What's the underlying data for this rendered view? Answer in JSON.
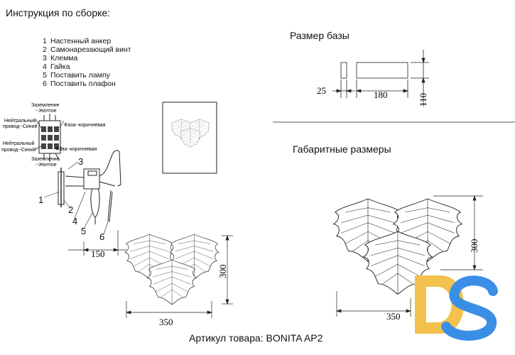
{
  "header": {
    "title": "Инструкция по сборке:"
  },
  "steps": [
    {
      "num": "1",
      "label": "Настенный анкер"
    },
    {
      "num": "2",
      "label": "Самонарезающий винт"
    },
    {
      "num": "3",
      "label": "Клемма"
    },
    {
      "num": "4",
      "label": "Гайка"
    },
    {
      "num": "5",
      "label": "Поставить лампу"
    },
    {
      "num": "6",
      "label": "Поставить плафон"
    }
  ],
  "wiring": {
    "ground_top": "Заземление",
    "ground_top_color": "--Желтое",
    "neutral1_a": "Нейтральный",
    "neutral1_b": "провод--Синий",
    "phase1": "Фаза--коричневая",
    "neutral2_a": "Нейтральный",
    "neutral2_b": "провод--Синий",
    "phase2": "Фаза--коричневая",
    "ground_bottom": "Заземление",
    "ground_bottom_color": "--Желтое"
  },
  "callouts": [
    "1",
    "2",
    "3",
    "4",
    "5",
    "6"
  ],
  "left_dims": {
    "depth": "150",
    "height": "300",
    "width": "350"
  },
  "base": {
    "heading": "Размер базы",
    "thickness": "25",
    "length": "180",
    "height": "110"
  },
  "overall": {
    "heading": "Габаритные размеры",
    "height": "300",
    "width": "350"
  },
  "footer": {
    "article": "Артикул товара: BONITA AP2"
  },
  "logo": {
    "text": "DS",
    "color_d": "#f2c14e",
    "color_s": "#3a8ee6"
  }
}
